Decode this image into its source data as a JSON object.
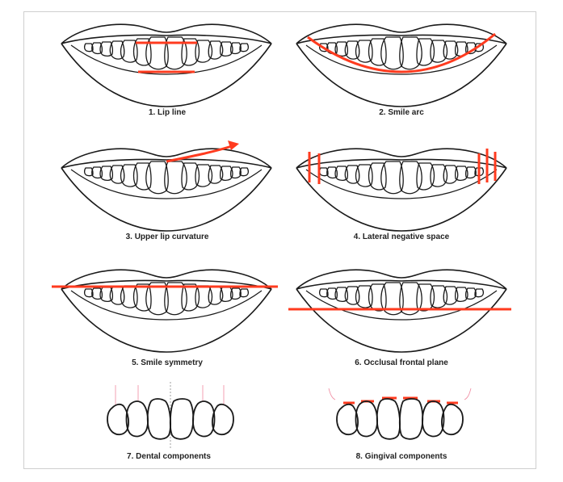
{
  "figure": {
    "accent_color": "#ff3b1f",
    "ink_color": "#1a1a1a",
    "panels": [
      {
        "id": "p1",
        "caption": "1. Lip line",
        "overlay": "lip-line"
      },
      {
        "id": "p2",
        "caption": "2. Smile arc",
        "overlay": "smile-arc"
      },
      {
        "id": "p3",
        "caption": "3. Upper lip curvature",
        "overlay": "upper-lip-curvature-arrow"
      },
      {
        "id": "p4",
        "caption": "4. Lateral negative space",
        "overlay": "lateral-negative-space-bars"
      },
      {
        "id": "p5",
        "caption": "5. Smile symmetry",
        "overlay": "symmetry-line"
      },
      {
        "id": "p6",
        "caption": "6. Occlusal frontal plane",
        "overlay": "occlusal-plane-line"
      },
      {
        "id": "p7",
        "caption": "7. Dental components",
        "overlay": "dental-guides"
      },
      {
        "id": "p8",
        "caption": "8. Gingival components",
        "overlay": "gingival-marks"
      }
    ]
  }
}
